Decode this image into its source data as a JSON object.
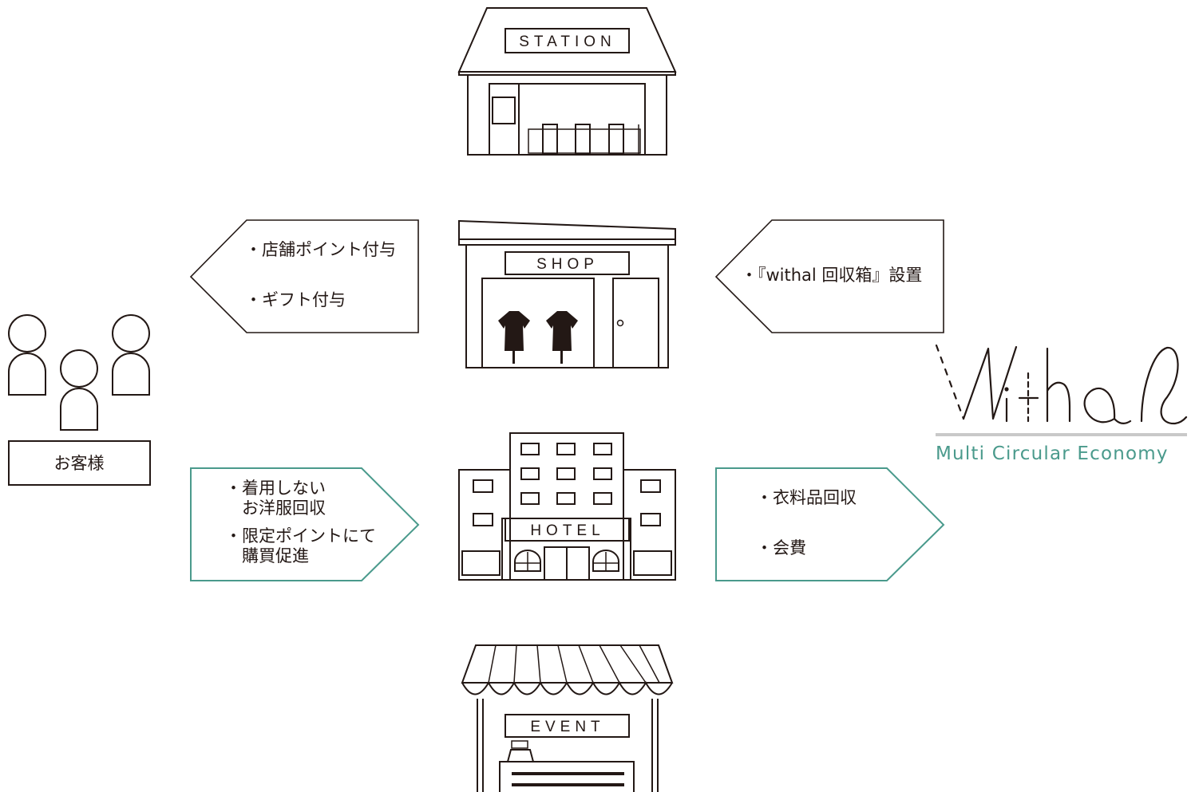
{
  "buildings": {
    "station": "STATION",
    "shop": "SHOP",
    "hotel": "HOTEL",
    "event": "EVENT"
  },
  "customer": {
    "label": "お客様"
  },
  "arrows": {
    "to_customer": [
      "・店舗ポイント付与",
      "・ギフト付与"
    ],
    "from_withal": [
      "・『withal 回収箱』設置"
    ],
    "from_customer": [
      "・着用しない",
      "　お洋服回収",
      "・限定ポイントにて",
      "　購買促進"
    ],
    "to_withal": [
      "・衣料品回収",
      "・会費"
    ]
  },
  "logo": {
    "subtitle": "Multi Circular Economy"
  },
  "colors": {
    "ink": "#231815",
    "teal": "#4a9a8c",
    "logo_rule": "#c9c9c9"
  }
}
